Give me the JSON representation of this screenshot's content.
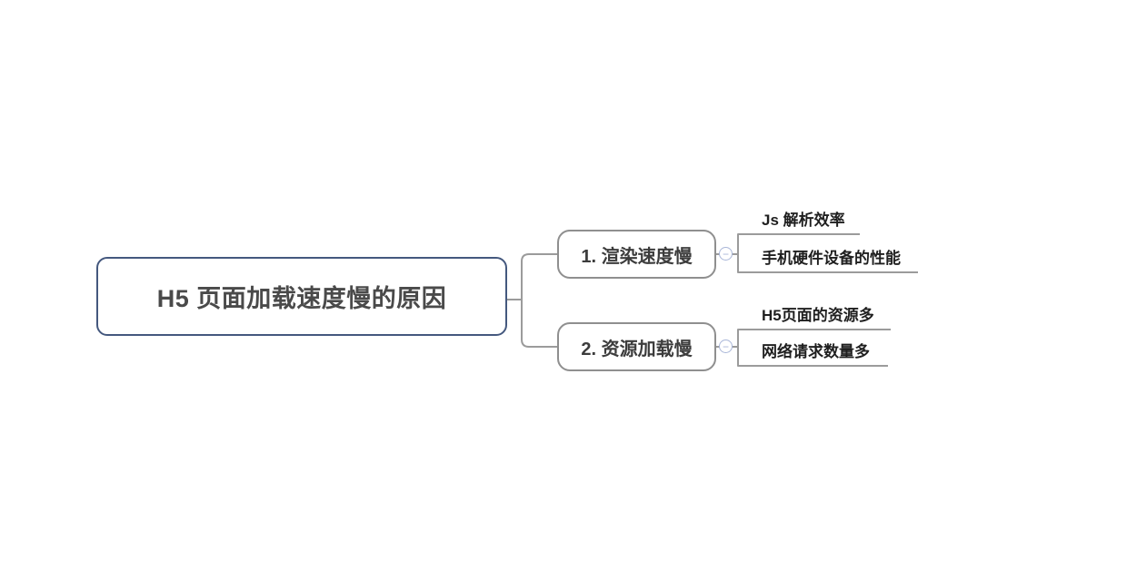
{
  "mindmap": {
    "root": {
      "label": "H5 页面加载速度慢的原因"
    },
    "branches": [
      {
        "label": "1. 渲染速度慢",
        "collapse_glyph": "−",
        "children": [
          {
            "label": "Js 解析效率"
          },
          {
            "label": "手机硬件设备的性能"
          }
        ]
      },
      {
        "label": "2. 资源加载慢",
        "collapse_glyph": "−",
        "children": [
          {
            "label": "H5页面的资源多"
          },
          {
            "label": "网络请求数量多"
          }
        ]
      }
    ]
  },
  "colors": {
    "bg": "#ffffff",
    "root_border": "#44587e",
    "branch_border": "#8f8f8f",
    "connector": "#9b9b9b",
    "collapse": "#a9b6d8",
    "root_text": "#4a4a4a",
    "branch_text": "#3c3c3c",
    "child_text": "#1f1f1f"
  }
}
